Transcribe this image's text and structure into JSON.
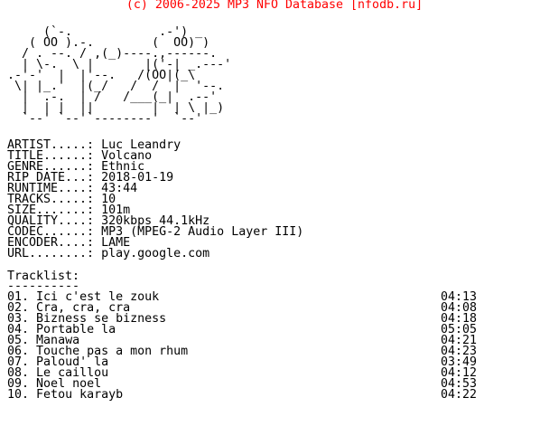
{
  "header": "(c) 2006-2025 MP3 NFO Database [nfodb.ru]",
  "ascii_art": [
    "     (`-.            .-') _",
    "   ( OO ).-.        (  OO) )",
    "  / . --. / ,(_)----.,------.",
    "  | \\-.  \\ |       |('-| _.---'",
    ".-'-'  |  |'--.   /(OO|(_\\",
    " \\| |_.'  |(_/   /  /  |  '--.",
    "  |  .-.  | /   /___(_|  .--'",
    "  |  | |  ||        |  | \\ |_)",
    "  `--' `--'`--------'  `--'"
  ],
  "fields": [
    {
      "key": "ARTIST.....:",
      "value": "Luc Leandry"
    },
    {
      "key": "TITLE......:",
      "value": "Volcano"
    },
    {
      "key": "GENRE......:",
      "value": "Ethnic"
    },
    {
      "key": "RIP DATE...:",
      "value": "2018-01-19"
    },
    {
      "key": "RUNTIME....:",
      "value": "43:44"
    },
    {
      "key": "TRACKS.....:",
      "value": "10"
    },
    {
      "key": "SIZE.......:",
      "value": "101m"
    },
    {
      "key": "QUALITY....:",
      "value": "320kbps 44.1kHz"
    },
    {
      "key": "CODEC......:",
      "value": "MP3 (MPEG-2 Audio Layer III)"
    },
    {
      "key": "ENCODER....:",
      "value": "LAME"
    },
    {
      "key": "URL........:",
      "value": "play.google.com"
    }
  ],
  "tracklist_title": "Tracklist:",
  "tracklist_rule": "----------",
  "tracks": [
    {
      "num": "01.",
      "title": "Ici c'est le zouk",
      "duration": "04:13"
    },
    {
      "num": "02.",
      "title": "Cra, cra, cra",
      "duration": "04:08"
    },
    {
      "num": "03.",
      "title": "Bizness se bizness",
      "duration": "04:18"
    },
    {
      "num": "04.",
      "title": "Portable la",
      "duration": "05:05"
    },
    {
      "num": "05.",
      "title": "Manawa",
      "duration": "04:21"
    },
    {
      "num": "06.",
      "title": "Touche pas a mon rhum",
      "duration": "04:23"
    },
    {
      "num": "07.",
      "title": "Paloud' la",
      "duration": "03:49"
    },
    {
      "num": "08.",
      "title": "Le caillou",
      "duration": "04:12"
    },
    {
      "num": "09.",
      "title": "Noel noel",
      "duration": "04:53"
    },
    {
      "num": "10.",
      "title": "Fetou karayb",
      "duration": "04:22"
    }
  ]
}
